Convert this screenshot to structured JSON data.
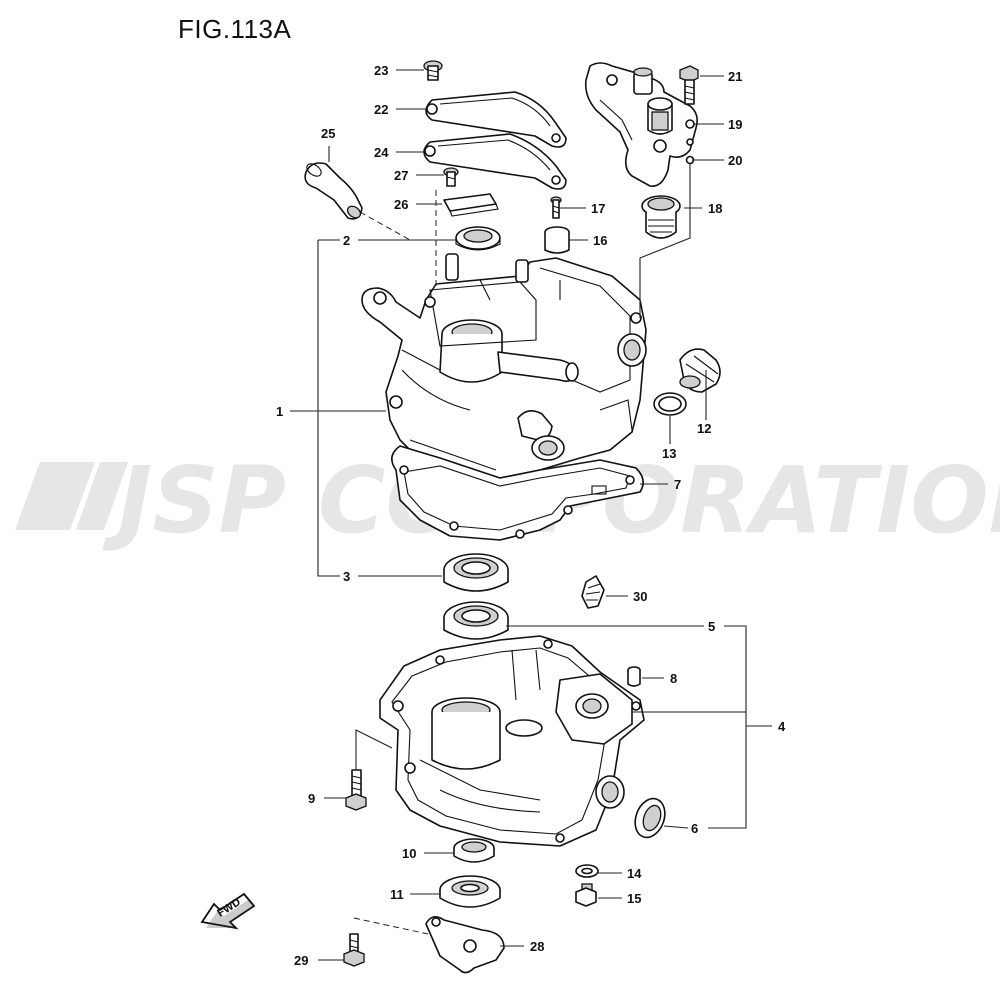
{
  "figure_title": "FIG.113A",
  "watermark": "JSP CORPORATION",
  "direction_arrow": "FWD",
  "callouts": [
    "1",
    "2",
    "3",
    "4",
    "5",
    "6",
    "7",
    "8",
    "9",
    "10",
    "11",
    "12",
    "13",
    "14",
    "15",
    "16",
    "17",
    "18",
    "19",
    "20",
    "21",
    "22",
    "23",
    "24",
    "25",
    "26",
    "27",
    "28",
    "29",
    "30"
  ]
}
